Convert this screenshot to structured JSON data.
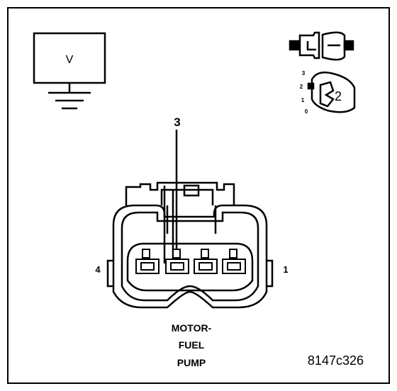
{
  "meter": {
    "display": "V"
  },
  "selector": {
    "positions": [
      "3",
      "2",
      "1",
      "0"
    ],
    "current": "2"
  },
  "callout": {
    "pin": "3"
  },
  "connector": {
    "pin_left": "4",
    "pin_right": "1"
  },
  "component": {
    "line1": "MOTOR-",
    "line2": "FUEL",
    "line3": "PUMP"
  },
  "figure_id": "8147c326"
}
